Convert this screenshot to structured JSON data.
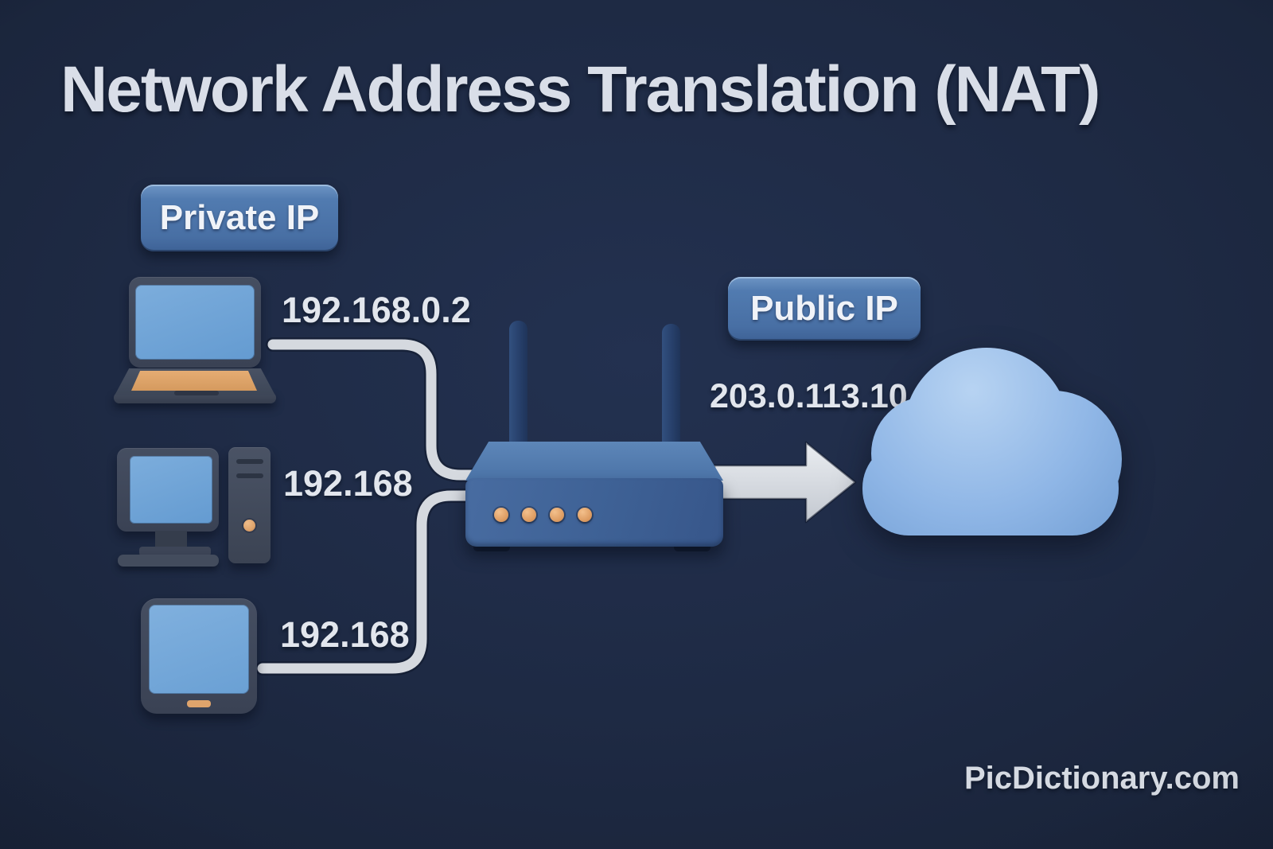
{
  "page": {
    "title": "Network Address Translation (NAT)",
    "watermark": "PicDictionary.com"
  },
  "diagram": {
    "private_side": {
      "badge_label": "Private IP",
      "devices": [
        {
          "type": "laptop",
          "ip": "192.168.0.2"
        },
        {
          "type": "desktop-pc",
          "ip": "192.168"
        },
        {
          "type": "tablet",
          "ip": "192.168"
        }
      ]
    },
    "router": {
      "antennas": 2,
      "leds": 4
    },
    "public_side": {
      "badge_label": "Public IP",
      "ip": "203.0.113.10",
      "destination_icon": "cloud"
    }
  },
  "colors": {
    "background": "#1e2a44",
    "badge_blue": "#4d77ad",
    "device_body_gray": "#3d4557",
    "screen_blue": "#6ca2d6",
    "accent_orange": "#dfa46c",
    "router_blue": "#3f6297",
    "antenna_navy": "#27406b",
    "cable_gray": "#d5d9df",
    "arrow_gray": "#d6dade",
    "cloud_blue": "#8cb4e4",
    "text_light": "#dde2ea"
  }
}
